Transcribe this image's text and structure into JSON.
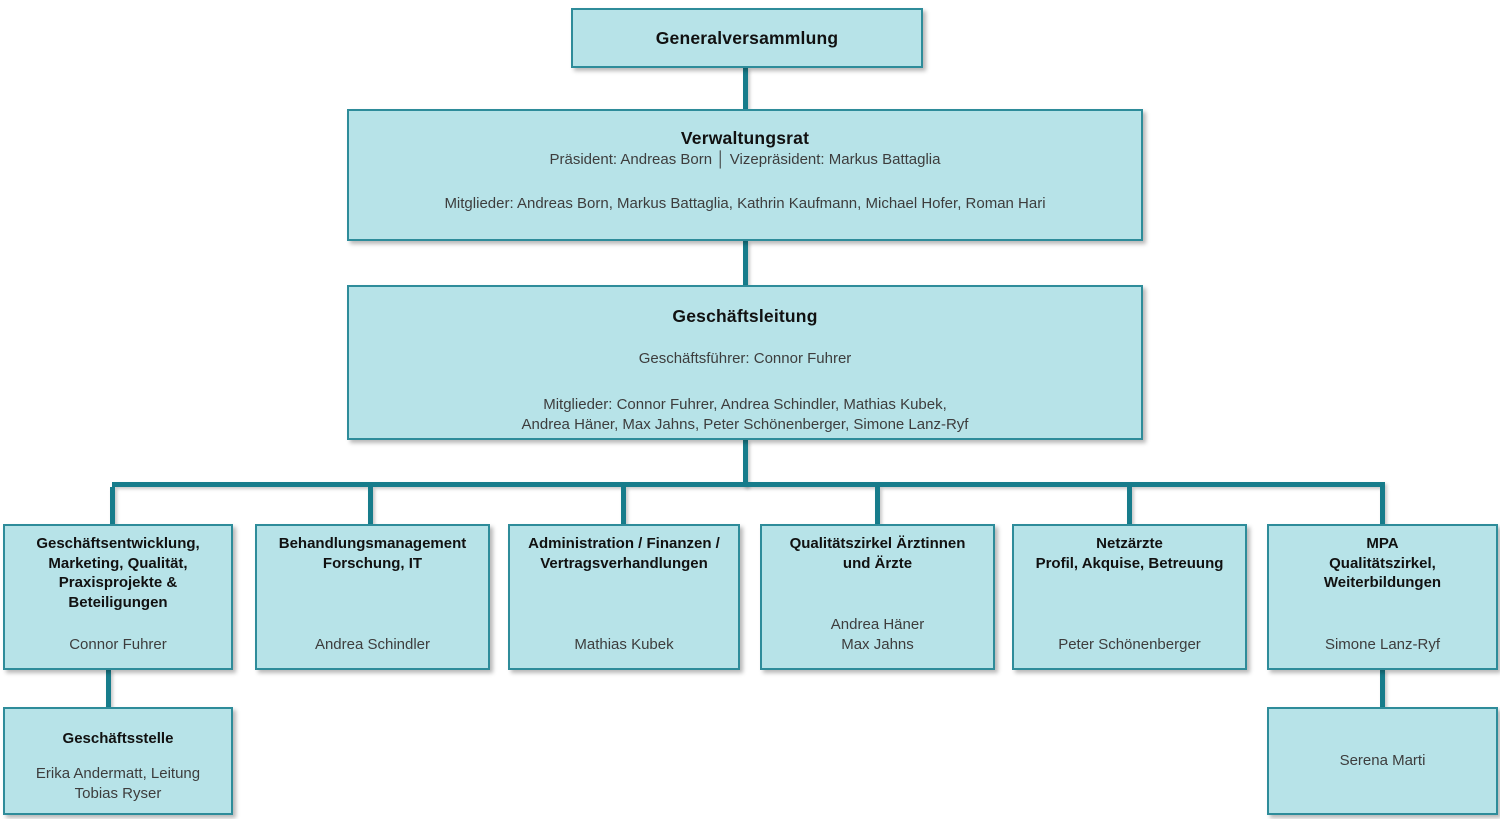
{
  "theme": {
    "box-fill": "#b7e3e8",
    "box-border": "#2e8c9a",
    "connector": "#177c8b",
    "title-color": "#111111",
    "text-color": "#3d3d3d"
  },
  "org": {
    "generalversammlung": {
      "title": "Generalversammlung"
    },
    "verwaltungsrat": {
      "title": "Verwaltungsrat",
      "leadership": "Präsident: Andreas Born │ Vizepräsident: Markus Battaglia",
      "members": "Mitglieder: Andreas Born, Markus Battaglia, Kathrin Kaufmann, Michael Hofer, Roman Hari"
    },
    "geschaeftsleitung": {
      "title": "Geschäftsleitung",
      "leadership": "Geschäftsführer: Connor Fuhrer",
      "members": "Mitglieder: Connor Fuhrer, Andrea Schindler, Mathias Kubek,\nAndrea Häner, Max Jahns, Peter Schönenberger, Simone Lanz-Ryf"
    },
    "departments": [
      {
        "title": "Geschäftsentwicklung,\nMarketing, Qualität,\nPraxisprojekte &\nBeteiligungen",
        "people": "Connor Fuhrer"
      },
      {
        "title": "Behandlungsmanagement\nForschung, IT",
        "people": "Andrea Schindler"
      },
      {
        "title": "Administration / Finanzen /\nVertragsverhandlungen",
        "people": "Mathias Kubek"
      },
      {
        "title": "Qualitätszirkel Ärztinnen\nund Ärzte",
        "people": "Andrea Häner\nMax Jahns"
      },
      {
        "title": "Netzärzte\nProfil, Akquise, Betreuung",
        "people": "Peter Schönenberger"
      },
      {
        "title": "MPA\nQualitätszirkel,\nWeiterbildungen",
        "people": "Simone Lanz-Ryf"
      }
    ],
    "geschaeftsstelle": {
      "title": "Geschäftsstelle",
      "people": "Erika Andermatt, Leitung\nTobias Ryser"
    },
    "mpa_team": {
      "people": "Serena Marti"
    }
  }
}
